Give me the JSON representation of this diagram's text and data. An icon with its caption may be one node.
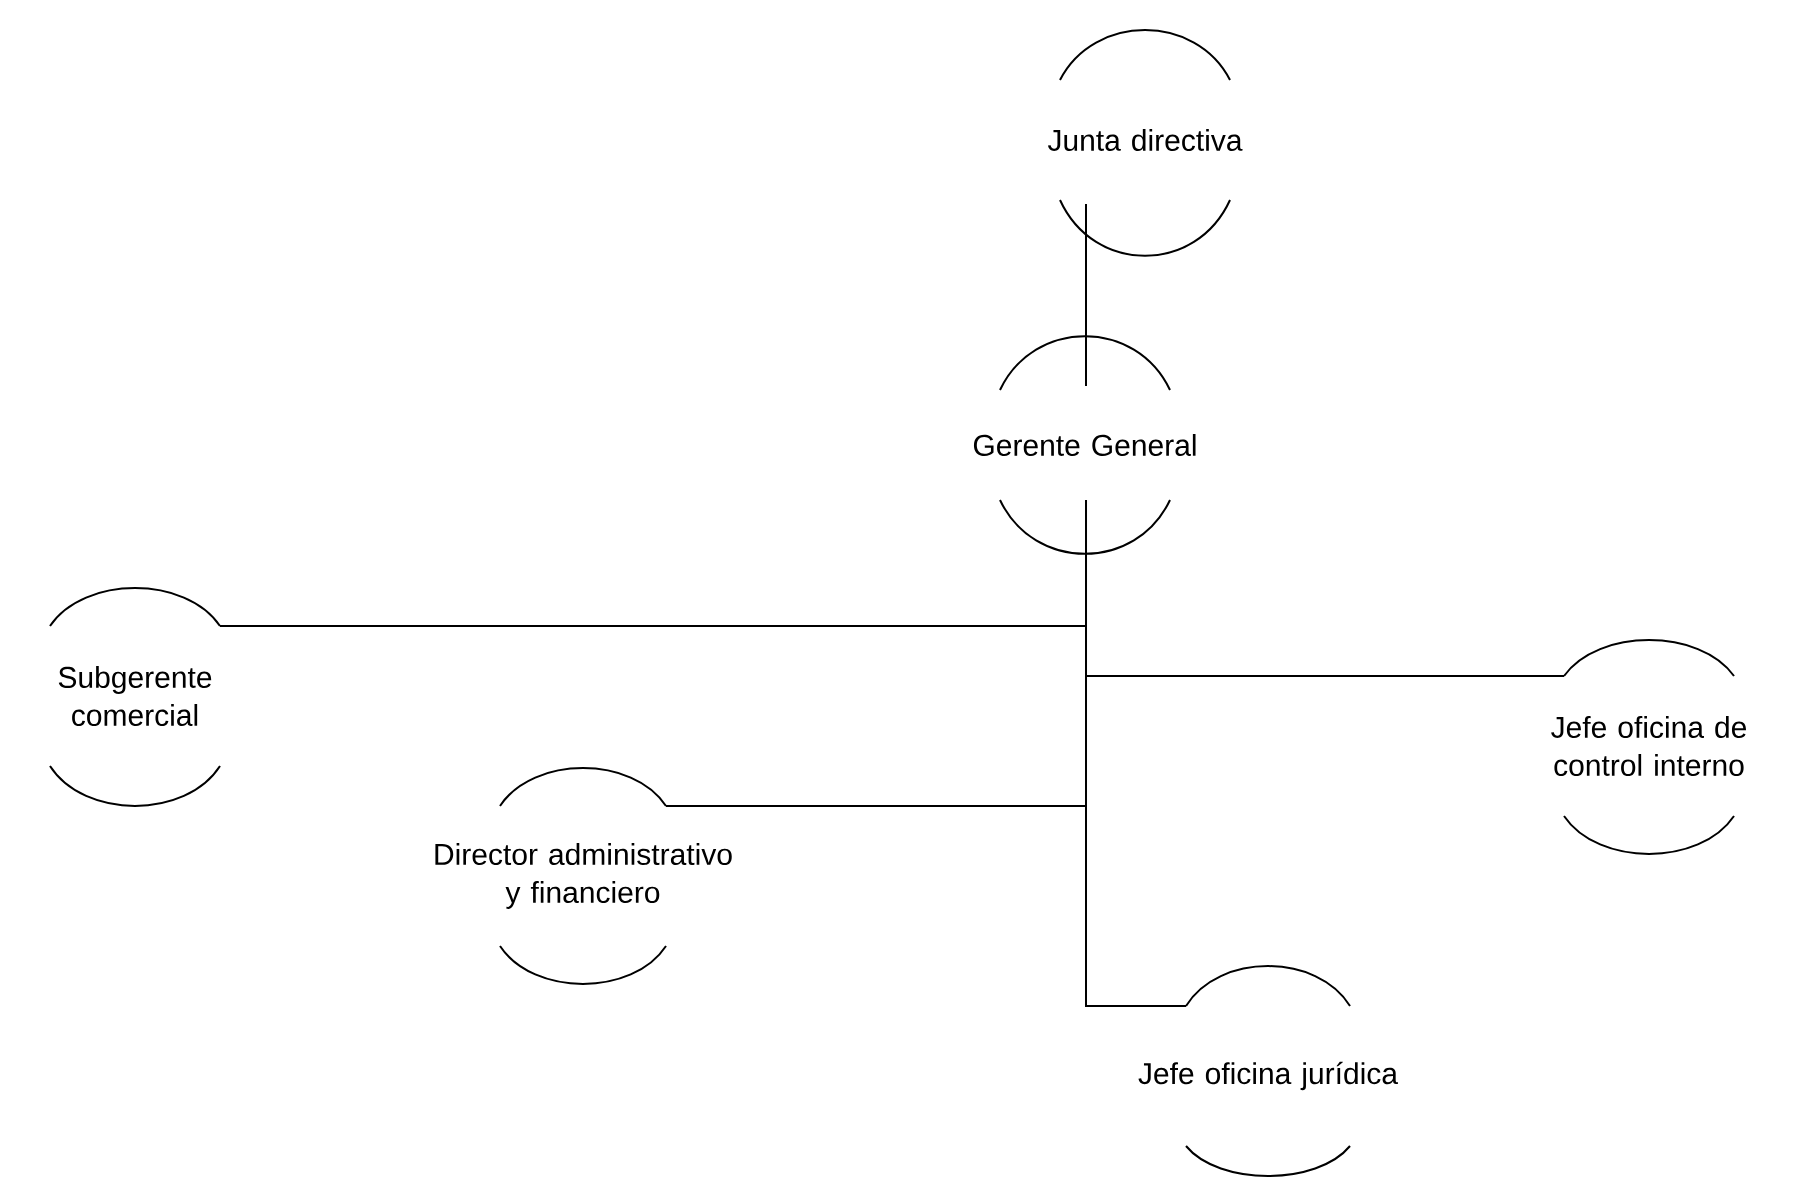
{
  "diagram": {
    "nodes": [
      {
        "text": [
          "Junta directiva"
        ]
      },
      {
        "text": [
          "Gerente General"
        ]
      },
      {
        "text": [
          "Subgerente comercial"
        ]
      },
      {
        "text": [
          "Jefe oficina de control interno"
        ]
      },
      {
        "text": [
          "Director administrativo y financiero"
        ]
      },
      {
        "text": [
          "Jefe oficina jurídica"
        ]
      }
    ],
    "edges": [
      {
        "from": 0,
        "to": 1,
        "arrow": "none"
      },
      {
        "from": 1,
        "to": 2,
        "arrow": "none"
      },
      {
        "from": 1,
        "to": 3,
        "arrow": "none"
      },
      {
        "from": 1,
        "to": 4,
        "arrow": "none"
      },
      {
        "from": 1,
        "to": 5,
        "arrow": "none"
      }
    ]
  }
}
